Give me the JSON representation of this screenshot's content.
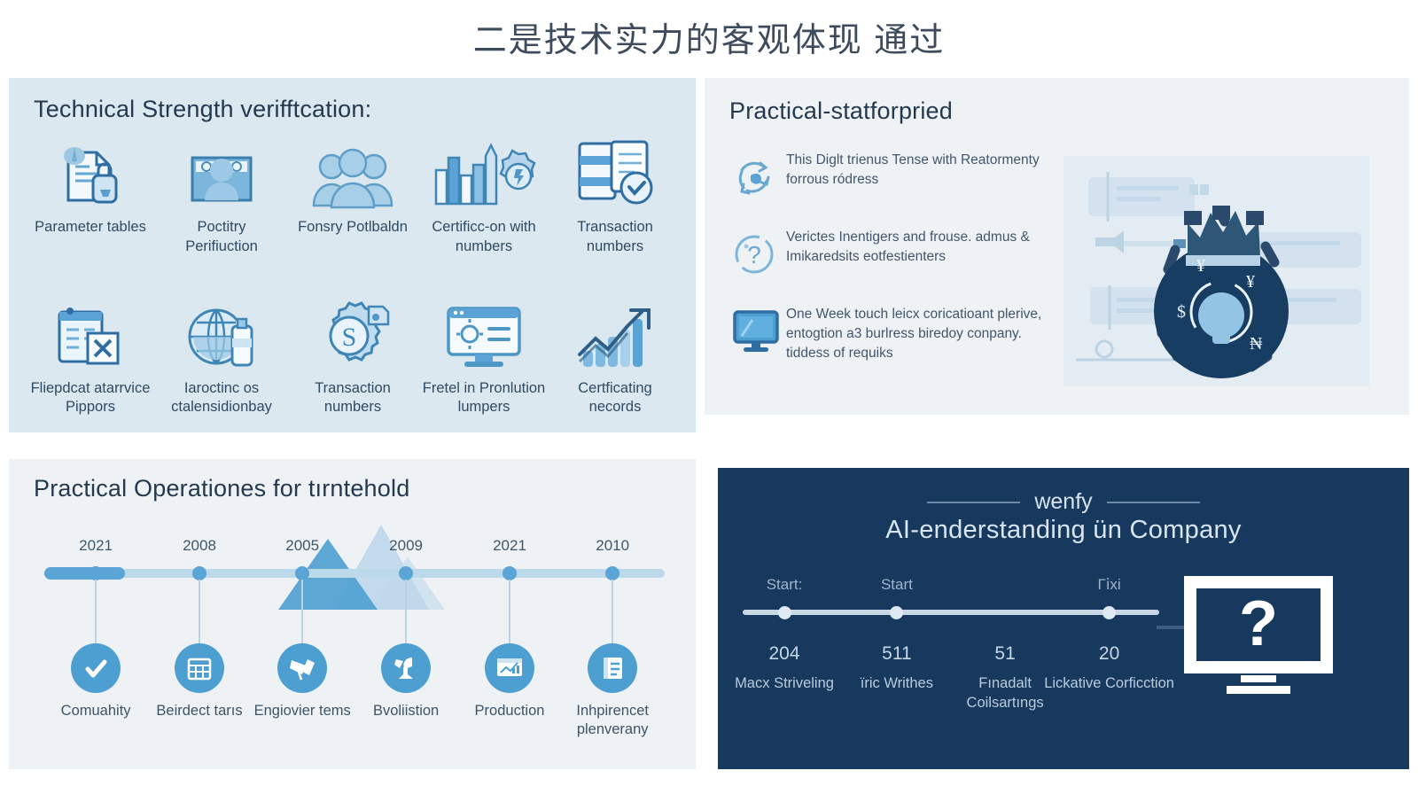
{
  "title": "二是技术实力的客观体现 通过",
  "colors": {
    "panel_light_blue": "#dce8f0",
    "panel_gray": "#eff2f5",
    "panel_navy": "#17395e",
    "accent_blue": "#4e9fd1",
    "text_dark": "#24394f"
  },
  "panel_tech": {
    "title": "Technical Strength verifftcation:",
    "icons": [
      {
        "label": "Parameter tables",
        "icon": "document-lock-icon"
      },
      {
        "label": "Poctitry Perifiuction",
        "icon": "id-card-person-icon"
      },
      {
        "label": "Fonsry Potlbaldn",
        "icon": "people-group-icon"
      },
      {
        "label": "Certificc-on with numbers",
        "icon": "bar-chart-badge-icon"
      },
      {
        "label": "Transaction numbers",
        "icon": "document-check-icon"
      },
      {
        "label": "Fliepdcat atarrvice Pippors",
        "icon": "clipboard-x-icon"
      },
      {
        "label": "Iaroctinc os ctalensidionbay",
        "icon": "globe-bottle-icon"
      },
      {
        "label": "Transaction numbers",
        "icon": "gear-coin-icon"
      },
      {
        "label": "Fretel in Pronlution lumpers",
        "icon": "monitor-settings-icon"
      },
      {
        "label": "Certficating necords",
        "icon": "growth-chart-icon"
      }
    ]
  },
  "panel_practical": {
    "title": "Practical-statforpried",
    "bullets": [
      {
        "icon": "recycle-arrows-icon",
        "text": "This Diglt trienus Tense with Reatormenty forrous ródress"
      },
      {
        "icon": "question-clock-icon",
        "text": "Verictes Inentigers and frouse. admus & Imikaredsits eotfestienters"
      },
      {
        "icon": "monitor-icon",
        "text": "One Week touch leicx coricatioant plerive, entogtion a3 burlress biredoy conpany. tiddess of requiks"
      }
    ],
    "illustration": "crown-badge-security-illustration"
  },
  "panel_operations": {
    "title": "Practical Operationes for tırntehold",
    "years": [
      "2021",
      "2008",
      "2005",
      "2009",
      "2021",
      "2010"
    ],
    "nodes": [
      {
        "icon": "check-circle-icon",
        "label": "Comuahity"
      },
      {
        "icon": "calendar-grid-icon",
        "label": "Beirdect tarıs"
      },
      {
        "icon": "megaphone-icon",
        "label": "Engiovier tems"
      },
      {
        "icon": "satellite-dish-icon",
        "label": "Bvoliistion"
      },
      {
        "icon": "dashboard-screen-icon",
        "label": "Production"
      },
      {
        "icon": "notebook-icon",
        "label": "Inhpirencet plenverany"
      }
    ],
    "bar_fill_percent": 38
  },
  "panel_ai": {
    "eyebrow": "wenfy",
    "title": "AI-enderstanding ün Company",
    "milestones": [
      {
        "head": "Start:",
        "number": "204",
        "caption": "Macx Striveling"
      },
      {
        "head": "Start",
        "number": "511",
        "caption": "ïric Writhes"
      },
      {
        "head": "",
        "number": "51",
        "caption": "Fınadalt Coilsartıngs"
      },
      {
        "head": "Гⅰxi",
        "number": "20",
        "caption": "Lickative Corficction"
      }
    ],
    "monitor_glyph": "?"
  }
}
